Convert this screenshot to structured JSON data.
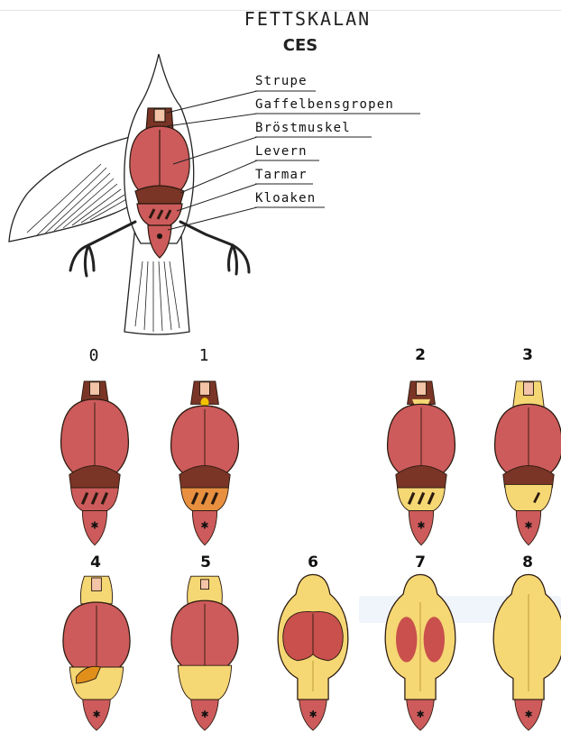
{
  "title": "FETTSKALAN",
  "subtitle": "CES",
  "labels": [
    "Strupe",
    "Gaffelbensgropen",
    "Bröstmuskel",
    "Levern",
    "Tarmar",
    "Kloaken"
  ],
  "stages": [
    "0",
    "1",
    "2",
    "3",
    "4",
    "5",
    "6",
    "7",
    "8"
  ],
  "colors": {
    "muscle": "#cd5b5b",
    "liver": "#7a3526",
    "fat": "#f5d774",
    "outline": "#2a1a10"
  }
}
